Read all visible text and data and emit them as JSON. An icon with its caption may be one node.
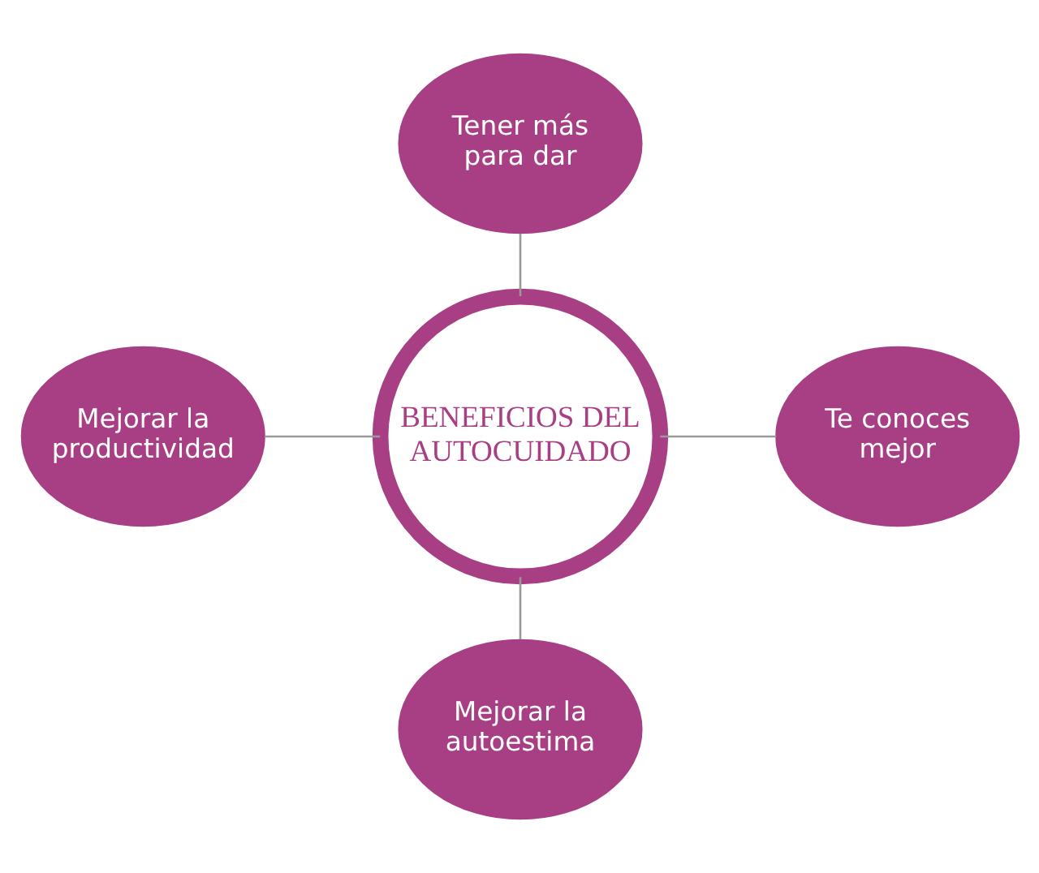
{
  "diagram": {
    "nodes": [
      {
        "text": [
          "Tener más para dar"
        ]
      },
      {
        "text": [
          "Mejorar la productividad"
        ]
      },
      {
        "text": [
          "BENEFICIOS DEL AUTOCUIDADO"
        ]
      },
      {
        "text": [
          "Te conoces mejor"
        ]
      },
      {
        "text": [
          "Mejorar la autoestima"
        ]
      }
    ],
    "edges": [
      {
        "from": 0,
        "to": 2,
        "arrow": "none"
      },
      {
        "from": 1,
        "to": 2,
        "arrow": "none"
      },
      {
        "from": 2,
        "to": 3,
        "arrow": "none"
      },
      {
        "from": 2,
        "to": 4,
        "arrow": "none"
      }
    ]
  }
}
